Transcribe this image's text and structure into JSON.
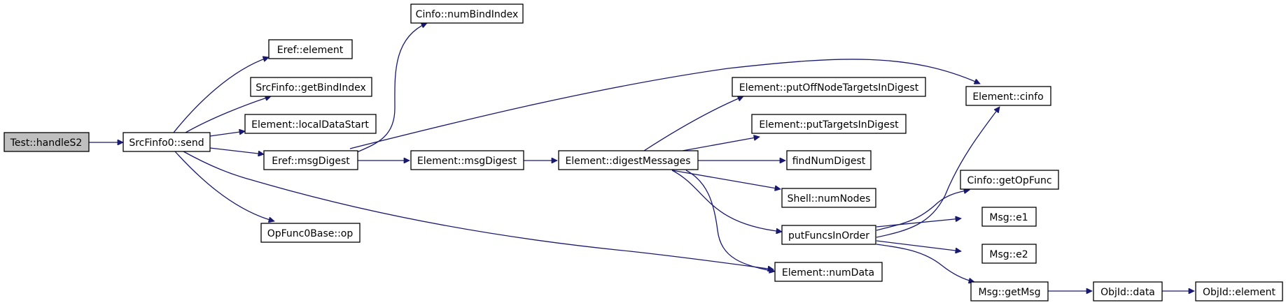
{
  "graph": {
    "nodes": {
      "test_handleS2": "Test::handleS2",
      "srcfinfo0_send": "SrcFinfo0::send",
      "cinfo_numbindindex": "Cinfo::numBindIndex",
      "eref_element": "Eref::element",
      "srcfinfo_getbindindex": "SrcFinfo::getBindIndex",
      "element_localdatastart": "Element::localDataStart",
      "eref_msgdigest": "Eref::msgDigest",
      "opfunc0base_op": "OpFunc0Base::op",
      "element_msgdigest": "Element::msgDigest",
      "element_digestmessages": "Element::digestMessages",
      "element_putoffnodetargetsindigest": "Element::putOffNodeTargetsInDigest",
      "element_puttargetsindigest": "Element::putTargetsInDigest",
      "findnumdigest": "findNumDigest",
      "shell_numnodes": "Shell::numNodes",
      "putfuncsinorder": "putFuncsInOrder",
      "element_numdata": "Element::numData",
      "element_cinfo": "Element::cinfo",
      "cinfo_getopfunc": "Cinfo::getOpFunc",
      "msg_e1": "Msg::e1",
      "msg_e2": "Msg::e2",
      "msg_getmsg": "Msg::getMsg",
      "objid_data": "ObjId::data",
      "objid_element": "ObjId::element"
    },
    "edges": [
      [
        "test_handleS2",
        "srcfinfo0_send"
      ],
      [
        "srcfinfo0_send",
        "eref_element"
      ],
      [
        "srcfinfo0_send",
        "srcfinfo_getbindindex"
      ],
      [
        "srcfinfo0_send",
        "element_localdatastart"
      ],
      [
        "srcfinfo0_send",
        "eref_msgdigest"
      ],
      [
        "srcfinfo0_send",
        "opfunc0base_op"
      ],
      [
        "srcfinfo0_send",
        "element_numdata"
      ],
      [
        "eref_msgdigest",
        "cinfo_numbindindex"
      ],
      [
        "eref_msgdigest",
        "element_msgdigest"
      ],
      [
        "eref_msgdigest",
        "element_cinfo"
      ],
      [
        "element_msgdigest",
        "element_digestmessages"
      ],
      [
        "element_digestmessages",
        "element_putoffnodetargetsindigest"
      ],
      [
        "element_digestmessages",
        "element_puttargetsindigest"
      ],
      [
        "element_digestmessages",
        "findnumdigest"
      ],
      [
        "element_digestmessages",
        "shell_numnodes"
      ],
      [
        "element_digestmessages",
        "putfuncsinorder"
      ],
      [
        "element_digestmessages",
        "element_numdata"
      ],
      [
        "putfuncsinorder",
        "element_cinfo"
      ],
      [
        "putfuncsinorder",
        "cinfo_getopfunc"
      ],
      [
        "putfuncsinorder",
        "msg_e1"
      ],
      [
        "putfuncsinorder",
        "msg_e2"
      ],
      [
        "putfuncsinorder",
        "msg_getmsg"
      ],
      [
        "msg_getmsg",
        "objid_data"
      ],
      [
        "objid_data",
        "objid_element"
      ]
    ],
    "colors": {
      "edge": "#191970",
      "root_fill": "#bfbfbf",
      "node_fill": "#ffffff",
      "node_stroke": "#000000"
    }
  }
}
